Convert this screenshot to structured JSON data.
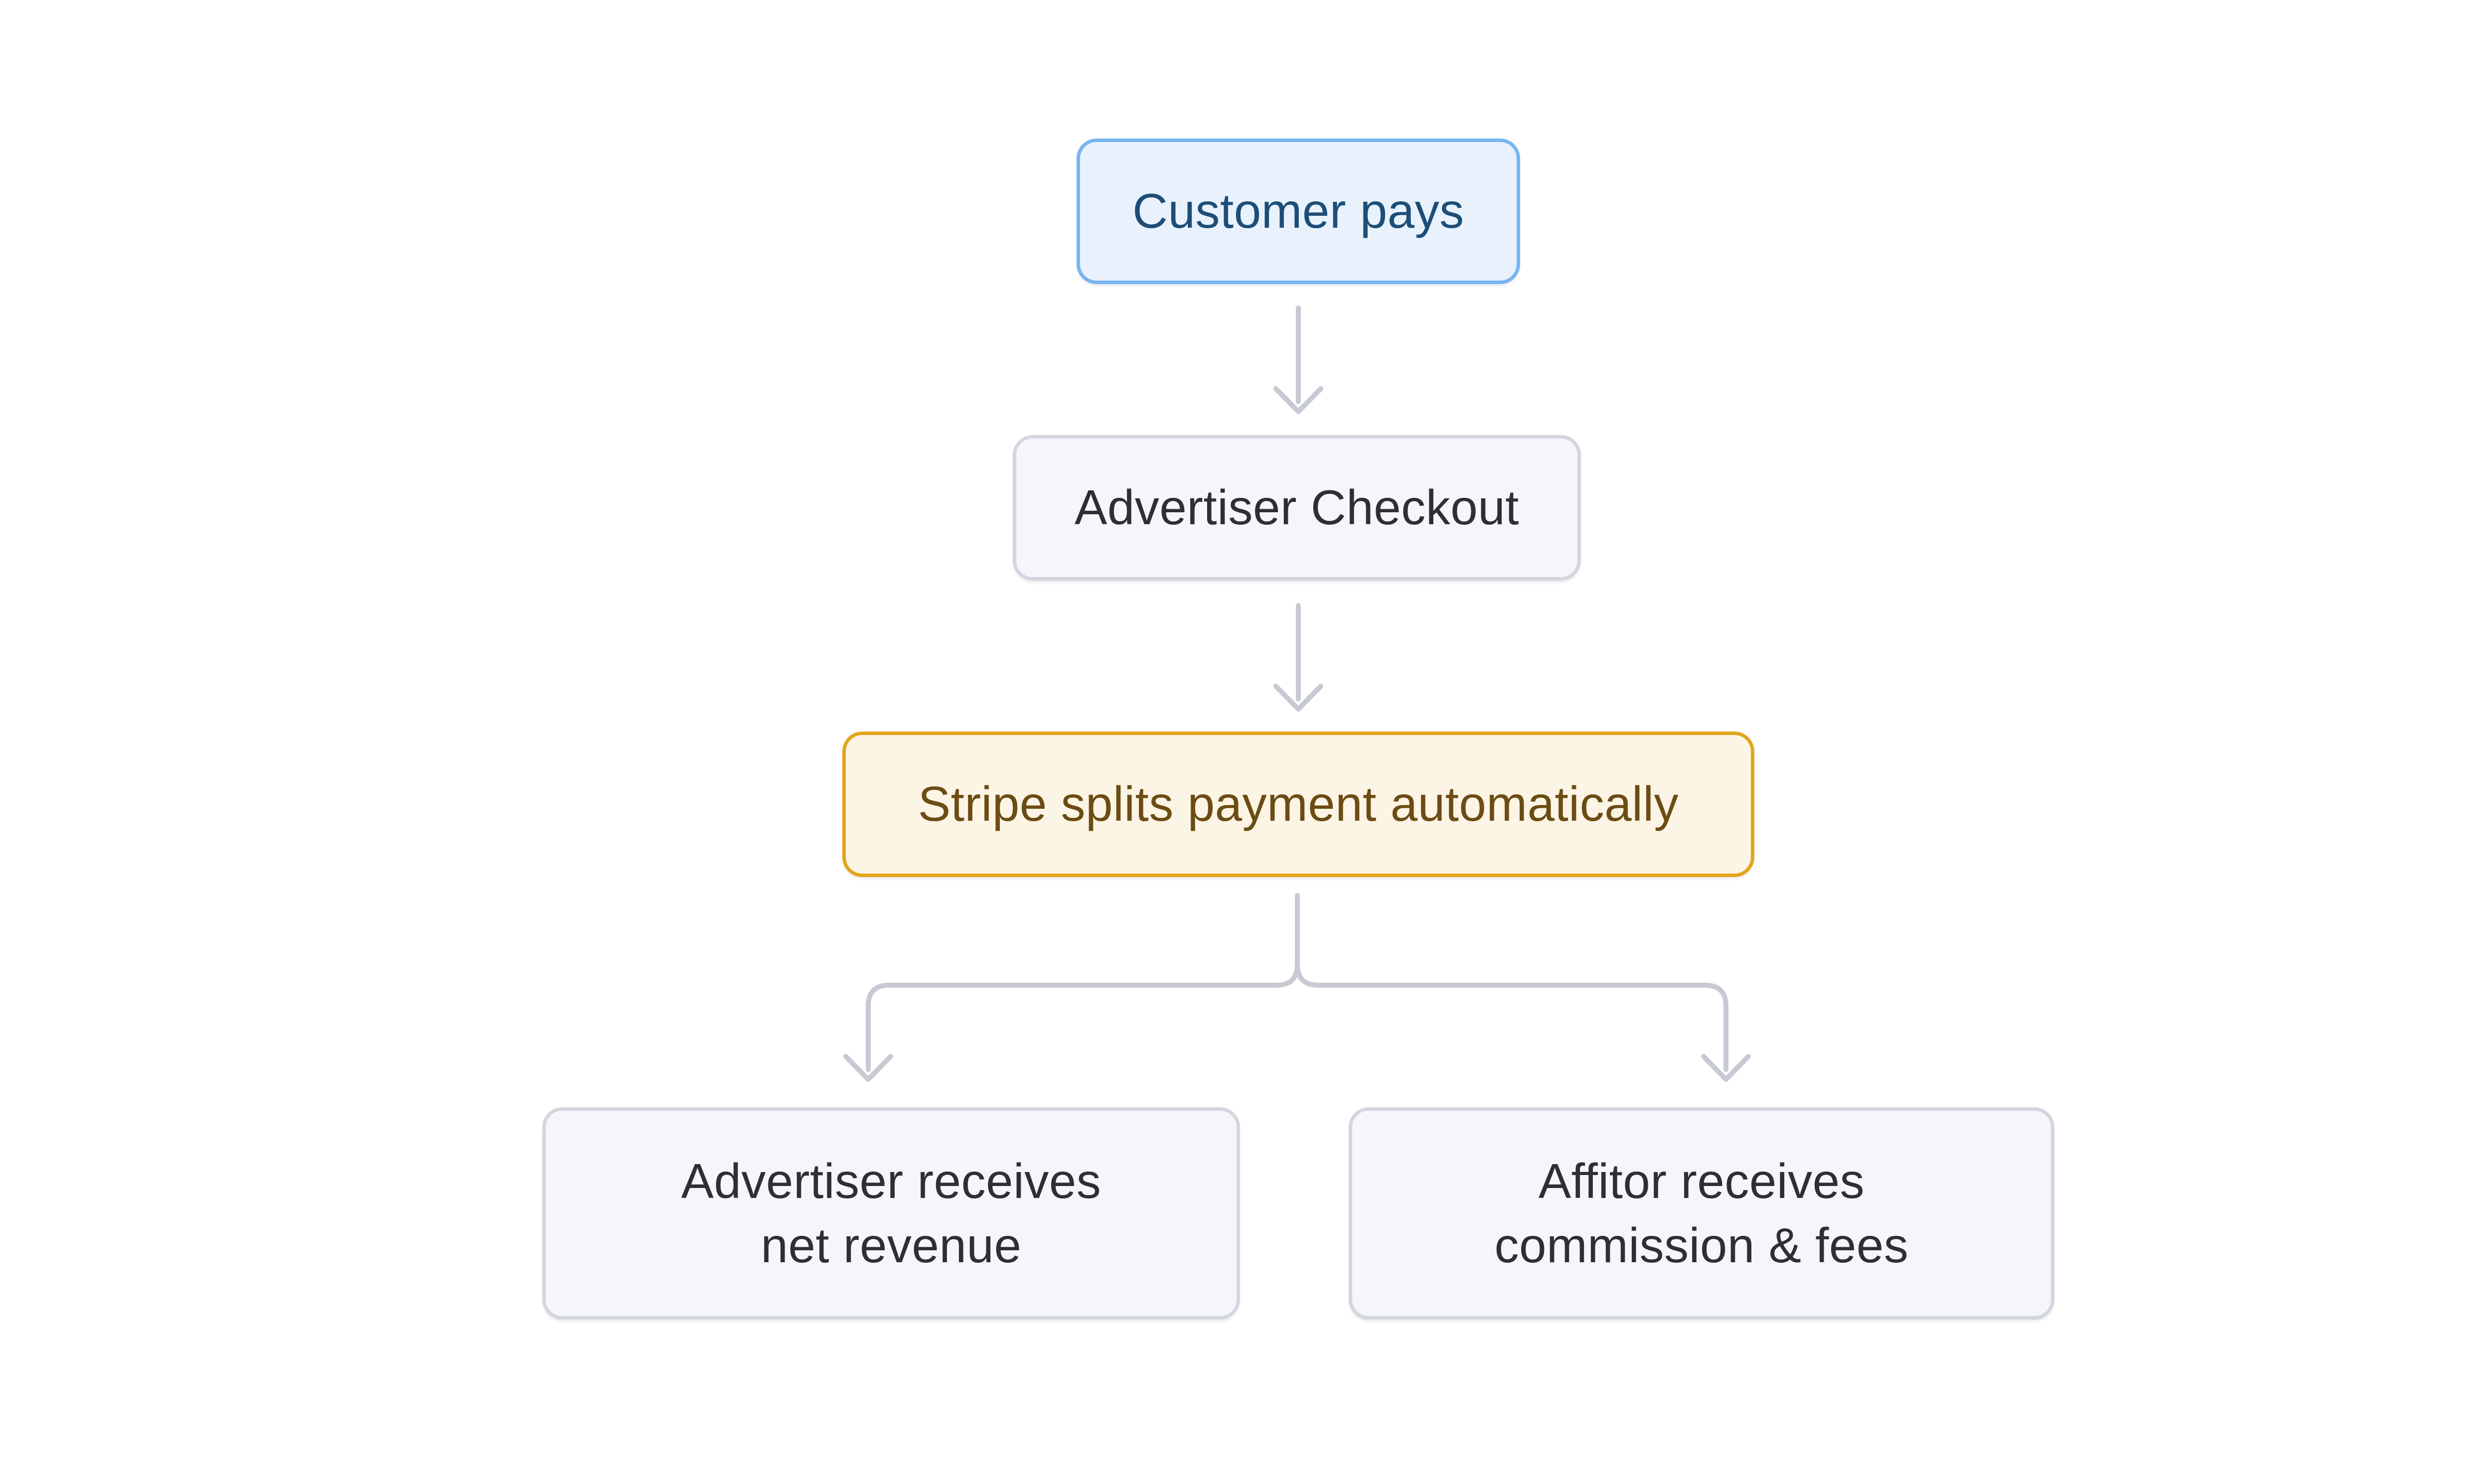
{
  "diagram": {
    "type": "flowchart",
    "direction": "top-down",
    "background_color": "#ffffff",
    "edge_color": "#c7cad2",
    "nodes": [
      {
        "id": "customer-pays",
        "label": "Customer pays",
        "fill": "#e9f2fc",
        "border": "#77b5f2",
        "text_color": "#1d4e79"
      },
      {
        "id": "advertiser-checkout",
        "label": "Advertiser Checkout",
        "fill": "#f5f6fa",
        "border": "#d4d6de",
        "text_color": "#2f2f33"
      },
      {
        "id": "stripe-split",
        "label": "Stripe splits payment automatically",
        "fill": "#fcf4e4",
        "border": "#e2a51b",
        "text_color": "#6b4c13"
      },
      {
        "id": "advertiser-net-revenue",
        "lines": [
          "Advertiser receives",
          "net revenue"
        ],
        "fill": "#f5f6fa",
        "border": "#d4d6de",
        "text_color": "#2f2f33"
      },
      {
        "id": "affitor-commission-fees",
        "lines": [
          "Affitor receives",
          "commission & fees"
        ],
        "fill": "#f5f6fa",
        "border": "#d4d6de",
        "text_color": "#2f2f33"
      }
    ],
    "edges": [
      {
        "from": "customer-pays",
        "to": "advertiser-checkout",
        "style": "arrow-down"
      },
      {
        "from": "advertiser-checkout",
        "to": "stripe-split",
        "style": "arrow-down"
      },
      {
        "from": "stripe-split",
        "to": "advertiser-net-revenue",
        "style": "arrow-branch-left"
      },
      {
        "from": "stripe-split",
        "to": "affitor-commission-fees",
        "style": "arrow-branch-right"
      }
    ]
  }
}
